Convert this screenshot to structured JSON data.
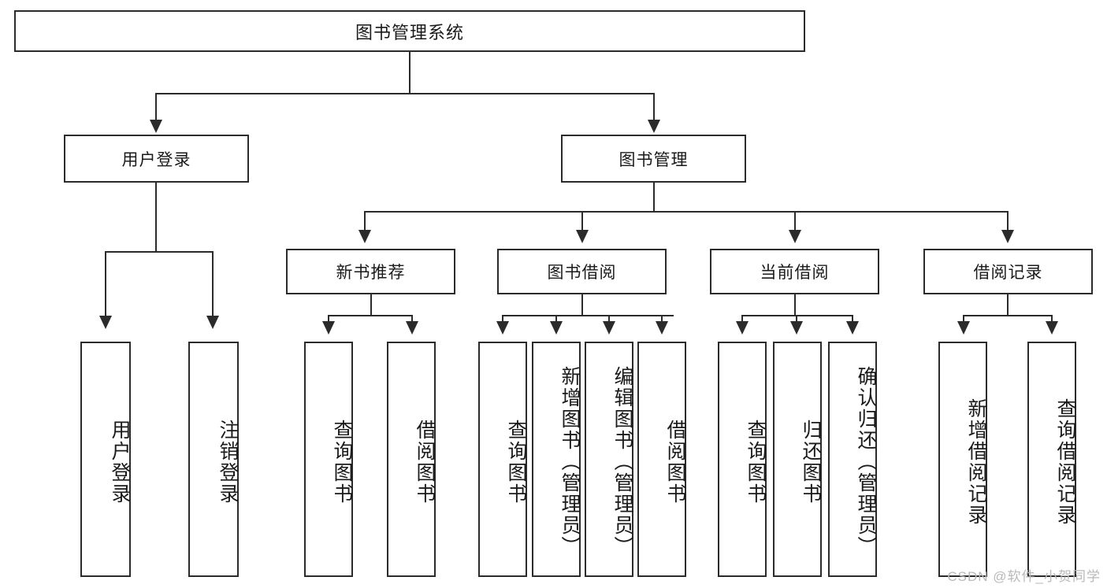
{
  "diagram": {
    "type": "tree",
    "title": "图书管理系统",
    "root": {
      "id": "root",
      "label": "图书管理系统",
      "orientation": "horizontal"
    },
    "level2": [
      {
        "id": "user-login",
        "label": "用户登录",
        "orientation": "horizontal"
      },
      {
        "id": "book-management",
        "label": "图书管理",
        "orientation": "horizontal"
      }
    ],
    "level3": [
      {
        "id": "new-book-recommend",
        "label": "新书推荐",
        "orientation": "horizontal",
        "parent": "book-management"
      },
      {
        "id": "book-borrow",
        "label": "图书借阅",
        "orientation": "horizontal",
        "parent": "book-management"
      },
      {
        "id": "current-borrow",
        "label": "当前借阅",
        "orientation": "horizontal",
        "parent": "book-management"
      },
      {
        "id": "borrow-record",
        "label": "借阅记录",
        "orientation": "horizontal",
        "parent": "book-management"
      }
    ],
    "leaves": {
      "user_login": [
        {
          "id": "leaf-user-login",
          "label": "用户登录"
        },
        {
          "id": "leaf-logout-login",
          "label": "注销登录"
        }
      ],
      "new_book_recommend": [
        {
          "id": "leaf-query-book-1",
          "label": "查询图书"
        },
        {
          "id": "leaf-borrow-book-1",
          "label": "借阅图书"
        }
      ],
      "book_borrow": [
        {
          "id": "leaf-query-book-2",
          "label": "查询图书"
        },
        {
          "id": "leaf-add-book",
          "label": "新增图书（管理员）"
        },
        {
          "id": "leaf-edit-book",
          "label": "编辑图书（管理员）"
        },
        {
          "id": "leaf-borrow-book-2",
          "label": "借阅图书"
        }
      ],
      "current_borrow": [
        {
          "id": "leaf-query-book-3",
          "label": "查询图书"
        },
        {
          "id": "leaf-return-book",
          "label": "归还图书"
        },
        {
          "id": "leaf-confirm-return",
          "label": "确认归还（管理员）"
        }
      ],
      "borrow_record": [
        {
          "id": "leaf-add-borrow-record",
          "label": "新增借阅记录"
        },
        {
          "id": "leaf-query-borrow-record",
          "label": "查询借阅记录"
        }
      ]
    },
    "colors": {
      "stroke": "#2b2b2b",
      "fill": "#ffffff",
      "text": "#1a1a1a",
      "watermark": "#b9b9b9"
    }
  },
  "watermark": {
    "text": "CSDN @软件_小贺同学"
  }
}
